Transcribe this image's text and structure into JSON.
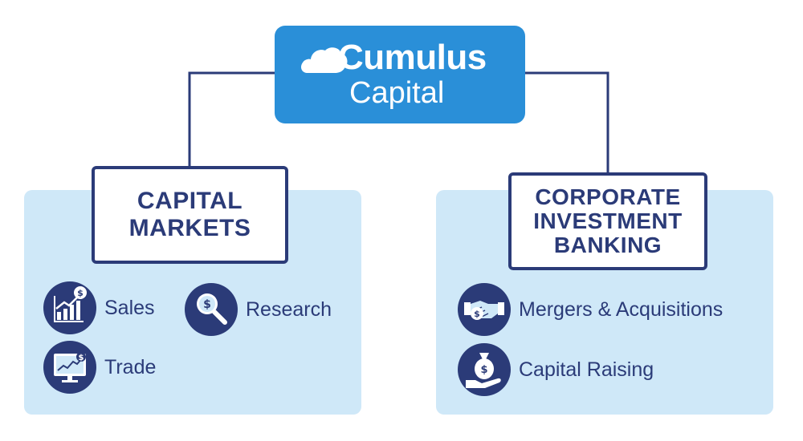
{
  "root": {
    "brand": "Cumulus",
    "sub": "Capital"
  },
  "left": {
    "heading": "CAPITAL\nMARKETS",
    "items": [
      "Sales",
      "Research",
      "Trade"
    ]
  },
  "right": {
    "heading": "CORPORATE\nINVESTMENT\nBANKING",
    "items": [
      "Mergers & Acquisitions",
      "Capital Raising"
    ]
  },
  "colors": {
    "root": "#2a8fd8",
    "navy": "#2b3b78",
    "panel": "#cfe8f8"
  },
  "icons": [
    "cloud-icon",
    "growth-chart-icon",
    "magnifier-dollar-icon",
    "trade-monitor-icon",
    "handshake-dollar-icon",
    "money-bag-hand-icon"
  ]
}
